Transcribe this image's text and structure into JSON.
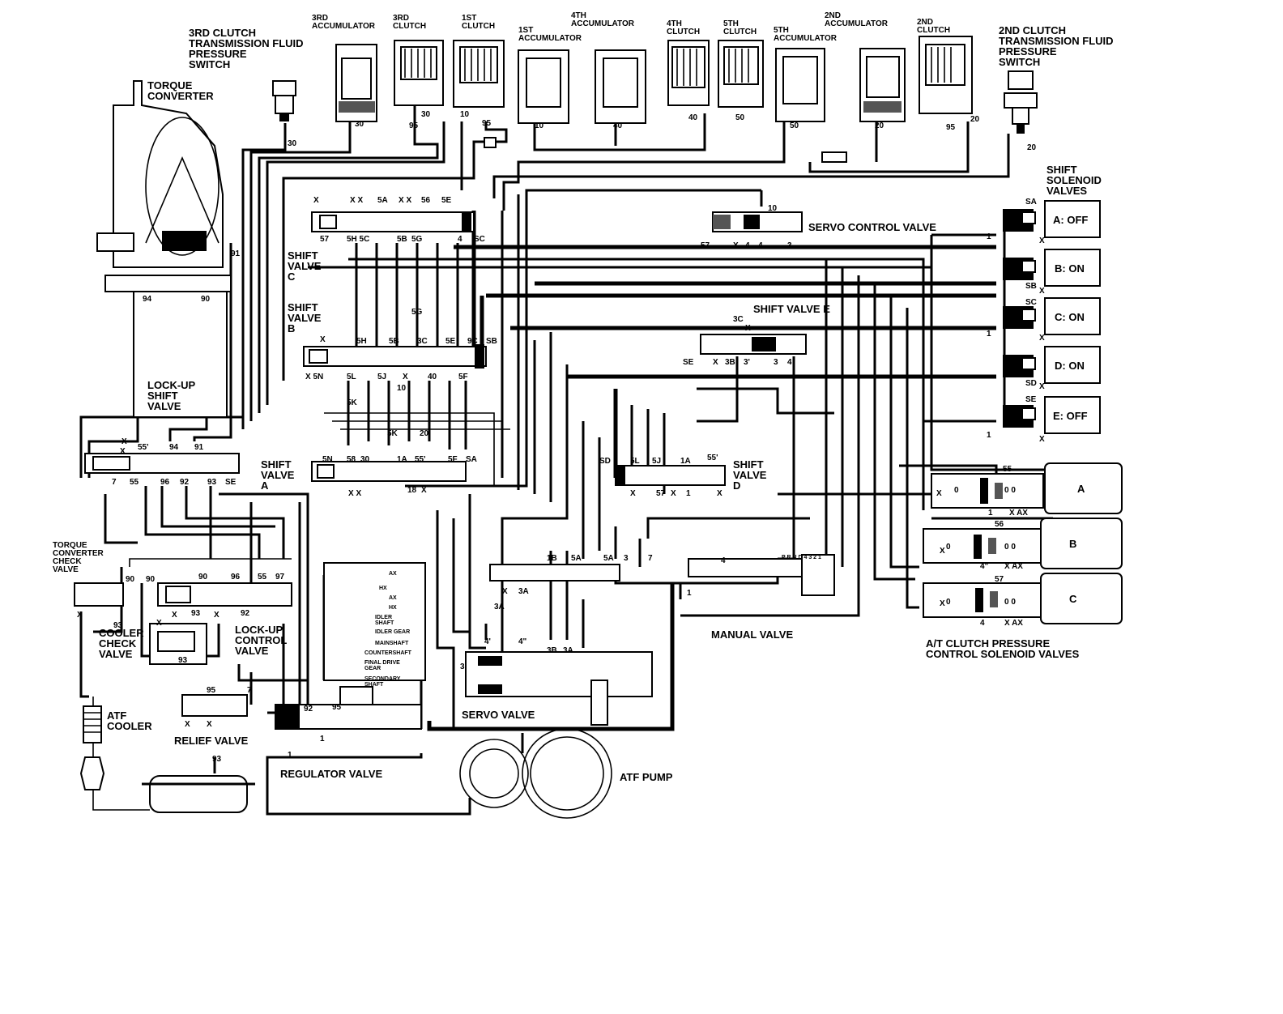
{
  "diagram": {
    "components": {
      "sw3": "3RD CLUTCH\nTRANSMISSION FLUID\nPRESSURE\nSWITCH",
      "acc3": "3RD\nACCUMULATOR",
      "cl3": "3RD\nCLUTCH",
      "cl1": "1ST\nCLUTCH",
      "acc1": "1ST\nACCUMULATOR",
      "acc4": "4TH\nACCUMULATOR",
      "cl4": "4TH\nCLUTCH",
      "cl5": "5TH\nCLUTCH",
      "acc5": "5TH\nACCUMULATOR",
      "acc2": "2ND\nACCUMULATOR",
      "cl2": "2ND\nCLUTCH",
      "sw2": "2ND CLUTCH\nTRANSMISSION FLUID\nPRESSURE\nSWITCH",
      "torque_converter": "TORQUE\nCONVERTER",
      "shift_solenoid": "SHIFT\nSOLENOID\nVALVES",
      "servo_control": "SERVO CONTROL VALVE",
      "shift_c": "SHIFT\nVALVE\nC",
      "shift_b": "SHIFT\nVALVE\nB",
      "shift_e": "SHIFT VALVE E",
      "lockup_shift": "LOCK-UP\nSHIFT\nVALVE",
      "shift_a": "SHIFT\nVALVE\nA",
      "shift_d": "SHIFT\nVALVE\nD",
      "tc_check": "TORQUE\nCONVERTER\nCHECK\nVALVE",
      "cooler_check": "COOLER\nCHECK\nVALVE",
      "lockup_control": "LOCK-UP\nCONTROL\nVALVE",
      "manual_valve": "MANUAL VALVE",
      "atc_pressure": "A/T CLUTCH PRESSURE\nCONTROL SOLENOID VALVES",
      "atf_cooler": "ATF\nCOOLER",
      "relief_valve": "RELIEF VALVE",
      "servo_valve": "SERVO VALVE",
      "regulator_valve": "REGULATOR VALVE",
      "atf_pump": "ATF PUMP"
    },
    "solenoids": [
      {
        "label": "A: OFF",
        "port": "SA"
      },
      {
        "label": "B: ON",
        "port": "SB"
      },
      {
        "label": "C: ON",
        "port": "SC"
      },
      {
        "label": "D: ON",
        "port": "SD"
      },
      {
        "label": "E: OFF",
        "port": "SE"
      }
    ],
    "pressure_solenoids": [
      {
        "label": "A",
        "port": "55"
      },
      {
        "label": "B",
        "port": "56"
      },
      {
        "label": "C",
        "port": "57"
      }
    ],
    "shaft_labels": [
      "AX",
      "HX",
      "AX",
      "HX",
      "IDLER\nSHAFT",
      "IDLER GEAR",
      "MAINSHAFT",
      "COUNTERSHAFT",
      "FINAL DRIVE\nGEAR",
      "SECONDARY\nSHAFT"
    ],
    "gear_positions": "P R N D 4 3 2 1"
  }
}
